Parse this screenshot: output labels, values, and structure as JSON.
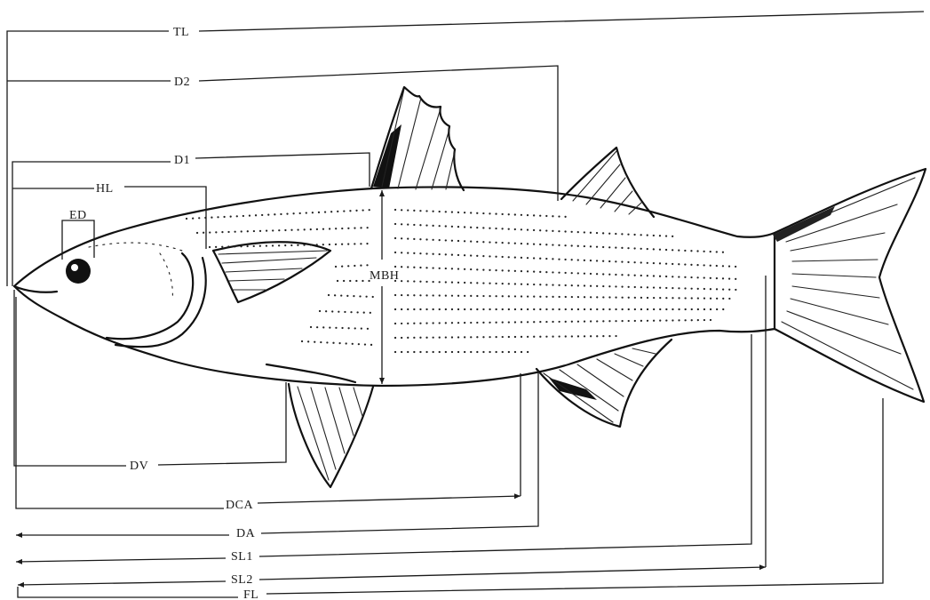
{
  "labels": {
    "tl": "TL",
    "d2": "D2",
    "d1": "D1",
    "hl": "HL",
    "ed": "ED",
    "mbh": "MBH",
    "dv": "DV",
    "dca": "DCA",
    "da": "DA",
    "sl1": "SL1",
    "sl2": "SL2",
    "fl": "FL"
  }
}
